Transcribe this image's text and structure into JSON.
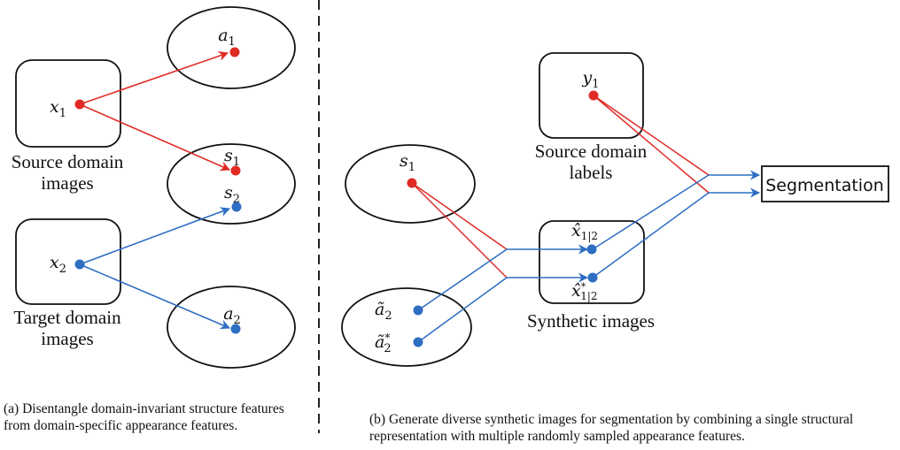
{
  "colors": {
    "source": "#e02b25",
    "target": "#2e6ec3",
    "outline": "#111111",
    "divider": "#222222"
  },
  "panel_a": {
    "source_box": {
      "node": "x",
      "subscript": "1",
      "label_line1": "Source domain",
      "label_line2": "images"
    },
    "target_box": {
      "node": "x",
      "subscript": "2",
      "label_line1": "Target domain",
      "label_line2": "images"
    },
    "appearance_source": {
      "node": "a",
      "subscript": "1"
    },
    "structure_space": {
      "source_node": {
        "node": "s",
        "subscript": "1"
      },
      "target_node": {
        "node": "s",
        "subscript": "2"
      }
    },
    "appearance_target": {
      "node": "a",
      "subscript": "2"
    },
    "caption": "(a) Disentangle domain-invariant structure features from domain-specific appearance features."
  },
  "panel_b": {
    "structure": {
      "node": "s",
      "subscript": "1"
    },
    "labels_box": {
      "node": "y",
      "subscript": "1",
      "label_line1": "Source domain",
      "label_line2": "labels"
    },
    "sampled_appearance": {
      "node1": {
        "node": "ã",
        "subscript": "2"
      },
      "node2": {
        "node": "ã",
        "subscript": "2",
        "superscript": "*"
      }
    },
    "synthetic_box": {
      "node1": {
        "node": "x̂",
        "subscript": "1|2"
      },
      "node2": {
        "node": "x̂",
        "subscript": "1|2",
        "superscript": "*"
      },
      "label": "Synthetic images"
    },
    "segmentation_label": "Segmentation",
    "caption": "(b) Generate diverse synthetic images for segmentation by combining a single structural representation with multiple randomly sampled appearance features."
  }
}
